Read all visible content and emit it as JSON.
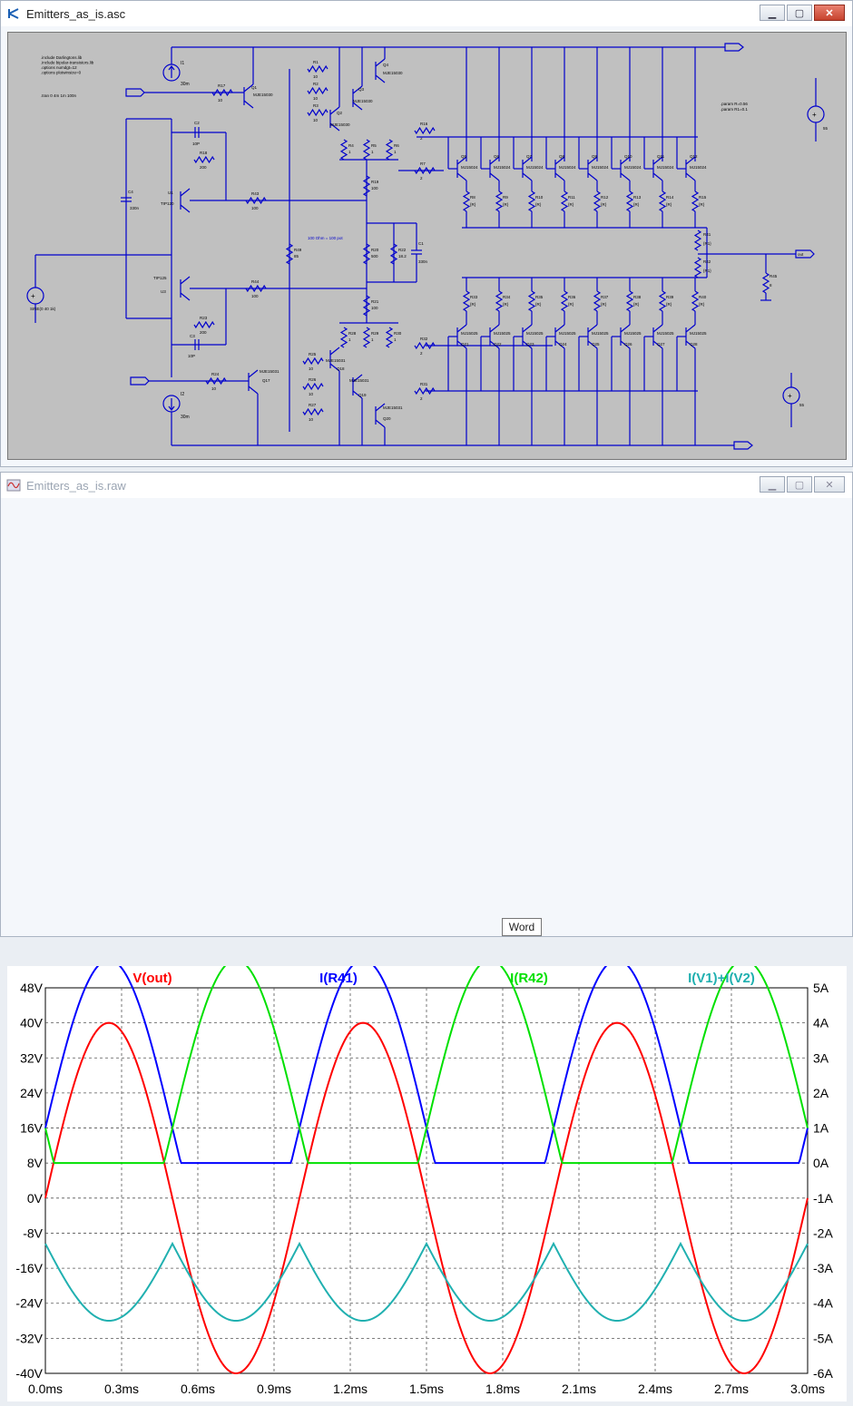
{
  "schematic_window": {
    "title": "Emitters_as_is.asc",
    "directives": [
      ".include Darlingtons.lib",
      ".include bipolar-transistors.lib",
      ".options numdgt=12",
      ".options plotwinsize=0"
    ],
    "tran": ".tran 0 4m 1m 100n",
    "params": [
      ".param R=0.56",
      ".param R1=0.1"
    ],
    "pot_note": "100 Ohm = 100 pot",
    "source_v3": "SINE(0 40 1k)",
    "source_v1": "55",
    "source_v2": "55",
    "current_sources": [
      {
        "name": "I1",
        "value": "30m"
      },
      {
        "name": "I2",
        "value": "30m"
      }
    ],
    "capacitors": [
      {
        "name": "C2",
        "value": "10P"
      },
      {
        "name": "C3",
        "value": "10P"
      },
      {
        "name": "C4",
        "value": "330n"
      },
      {
        "name": "C1",
        "value": "330n"
      }
    ],
    "driver_transistors": [
      {
        "name": "Q1",
        "model": "MJE15030"
      },
      {
        "name": "Q2",
        "model": "MJE15030"
      },
      {
        "name": "Q3",
        "model": "MJE15030"
      },
      {
        "name": "Q4",
        "model": "MJE15030"
      },
      {
        "name": "Q17",
        "model": "MJE15031"
      },
      {
        "name": "Q18",
        "model": "MJE15031"
      },
      {
        "name": "Q19",
        "model": "MJE15031"
      },
      {
        "name": "Q20",
        "model": "MJE15031"
      }
    ],
    "vas": [
      {
        "name": "U1",
        "model": "TIP120"
      },
      {
        "name": "U3",
        "model": "TIP125"
      }
    ],
    "top_outputs": [
      {
        "name": "Q5",
        "model": "MJ15024",
        "r": "R8"
      },
      {
        "name": "Q6",
        "model": "MJ15024",
        "r": "R9"
      },
      {
        "name": "Q7",
        "model": "MJ15024",
        "r": "R10"
      },
      {
        "name": "Q8",
        "model": "MJ15024",
        "r": "R11"
      },
      {
        "name": "Q9",
        "model": "MJ15024",
        "r": "R12"
      },
      {
        "name": "Q10",
        "model": "MJ15024",
        "r": "R13"
      },
      {
        "name": "Q11",
        "model": "MJ15024",
        "r": "R14"
      },
      {
        "name": "Q12",
        "model": "MJ15024",
        "r": "R15"
      }
    ],
    "bottom_outputs": [
      {
        "name": "Q21",
        "model": "MJ15025",
        "r": "R33"
      },
      {
        "name": "Q22",
        "model": "MJ15025",
        "r": "R34"
      },
      {
        "name": "Q23",
        "model": "MJ15025",
        "r": "R35"
      },
      {
        "name": "Q24",
        "model": "MJ15025",
        "r": "R36"
      },
      {
        "name": "Q25",
        "model": "MJ15025",
        "r": "R37"
      },
      {
        "name": "Q26",
        "model": "MJ15025",
        "r": "R38"
      },
      {
        "name": "Q27",
        "model": "MJ15025",
        "r": "R39"
      },
      {
        "name": "Q28",
        "model": "MJ15025",
        "r": "R40"
      }
    ],
    "emitter_value": "{R}",
    "r41": {
      "name": "R41",
      "value": "{R1}"
    },
    "r42": {
      "name": "R42",
      "value": "{R1}"
    },
    "r45": {
      "name": "R45",
      "value": "8"
    },
    "misc_resistors": [
      {
        "name": "R1",
        "value": "10"
      },
      {
        "name": "R2",
        "value": "10"
      },
      {
        "name": "R3",
        "value": "10"
      },
      {
        "name": "R4",
        "value": "1"
      },
      {
        "name": "R5",
        "value": "1"
      },
      {
        "name": "R6",
        "value": "1"
      },
      {
        "name": "R7",
        "value": "2"
      },
      {
        "name": "R16",
        "value": "2"
      },
      {
        "name": "R17",
        "value": "10"
      },
      {
        "name": "R18",
        "value": "200"
      },
      {
        "name": "R19",
        "value": "100"
      },
      {
        "name": "R20",
        "value": "500"
      },
      {
        "name": "R21",
        "value": "100"
      },
      {
        "name": "R22",
        "value": "18.2"
      },
      {
        "name": "R23",
        "value": "200"
      },
      {
        "name": "R24",
        "value": "10"
      },
      {
        "name": "R25",
        "value": "10"
      },
      {
        "name": "R26",
        "value": "10"
      },
      {
        "name": "R27",
        "value": "10"
      },
      {
        "name": "R28",
        "value": "1"
      },
      {
        "name": "R29",
        "value": "1"
      },
      {
        "name": "R30",
        "value": "1"
      },
      {
        "name": "R31",
        "value": "2"
      },
      {
        "name": "R32",
        "value": "2"
      },
      {
        "name": "R43",
        "value": "100"
      },
      {
        "name": "R44",
        "value": "100"
      },
      {
        "name": "R49",
        "value": "85"
      }
    ],
    "output_label": "out"
  },
  "waveform_window": {
    "title": "Emitters_as_is.raw",
    "tooltip": "Word"
  },
  "chart_data": {
    "type": "line",
    "traces": [
      {
        "name": "V(out)",
        "color": "#ff0000",
        "axis": "left",
        "kind": "sine",
        "amplitude": 40,
        "offset": 0,
        "frequency_khz": 1,
        "phase": 0
      },
      {
        "name": "I(R41)",
        "color": "#0000ff",
        "axis": "right",
        "kind": "half_rect_sine",
        "amplitude": 4.8,
        "offset": 1.0,
        "floor": 0,
        "frequency_khz": 1,
        "phase": 0
      },
      {
        "name": "I(R42)",
        "color": "#00e000",
        "axis": "right",
        "kind": "half_rect_sine",
        "amplitude": 4.8,
        "offset": -1.0,
        "floor": 0,
        "frequency_khz": 1,
        "phase": 180,
        "sign": -1
      },
      {
        "name": "I(V1)+I(V2)",
        "color": "#20b0b0",
        "axis": "right",
        "kind": "abs_sine",
        "amplitude": 2.2,
        "offset": -2.3,
        "frequency_khz": 1
      }
    ],
    "x_ticks": [
      "0.0ms",
      "0.3ms",
      "0.6ms",
      "0.9ms",
      "1.2ms",
      "1.5ms",
      "1.8ms",
      "2.1ms",
      "2.4ms",
      "2.7ms",
      "3.0ms"
    ],
    "x_range_ms": [
      0,
      3
    ],
    "left_ticks": [
      "48V",
      "40V",
      "32V",
      "24V",
      "16V",
      "8V",
      "0V",
      "-8V",
      "-16V",
      "-24V",
      "-32V",
      "-40V"
    ],
    "left_range": [
      -40,
      48
    ],
    "right_ticks": [
      "5A",
      "4A",
      "3A",
      "2A",
      "1A",
      "0A",
      "-1A",
      "-2A",
      "-3A",
      "-4A",
      "-5A",
      "-6A"
    ],
    "right_range": [
      -6,
      5
    ],
    "grid": true
  }
}
